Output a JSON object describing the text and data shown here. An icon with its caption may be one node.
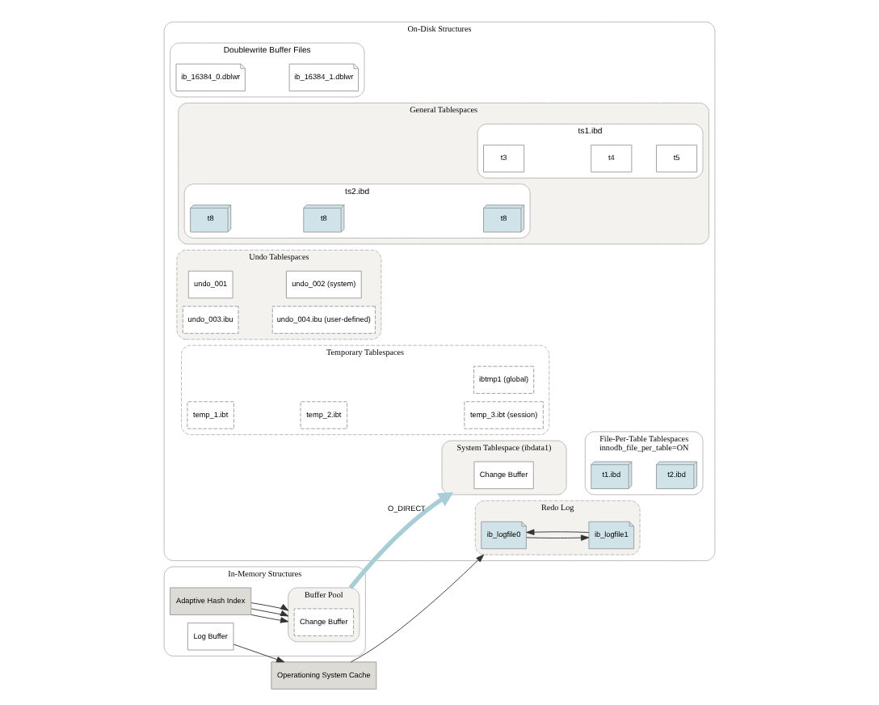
{
  "diagram": {
    "nodes": [
      {
        "text": [
          "In-Memory Structures"
        ]
      },
      {
        "text": [
          "Buffer Pool"
        ],
        "in": 0
      },
      {
        "text": [
          "Adaptive Hash Index"
        ],
        "in": 0
      },
      {
        "text": [
          "Change Buffer"
        ],
        "in": 1
      },
      {
        "text": [
          "Log Buffer"
        ],
        "in": 0
      },
      {
        "text": [
          "Operationing System Cache"
        ]
      },
      {
        "text": [
          "On-Disk Structures"
        ]
      },
      {
        "text": [
          "System Tablespace (ibdata1)"
        ],
        "in": 6
      },
      {
        "text": [
          "Change Buffer"
        ],
        "in": 7
      },
      {
        "text": [
          "Doublewrite Buffer Files"
        ],
        "in": 6
      },
      {
        "text": [
          "ib_16384_0.dblwr"
        ],
        "in": 9
      },
      {
        "text": [
          "ib_16384_1.dblwr"
        ],
        "in": 9
      },
      {
        "text": [
          "File-Per-Table Tablespaces",
          "innodb_file_per_table=ON"
        ],
        "in": 6
      },
      {
        "text": [
          "t1.ibd"
        ],
        "in": 12
      },
      {
        "text": [
          "t2.ibd"
        ],
        "in": 12
      },
      {
        "text": [
          "General Tablespaces"
        ],
        "in": 6
      },
      {
        "text": [
          "ts1.ibd"
        ],
        "in": 15
      },
      {
        "text": [
          "t3"
        ],
        "in": 16
      },
      {
        "text": [
          "t4"
        ],
        "in": 16
      },
      {
        "text": [
          "t5"
        ],
        "in": 16
      },
      {
        "text": [
          "ts2.ibd"
        ],
        "in": 15
      },
      {
        "text": [
          "t8"
        ],
        "in": 20
      },
      {
        "text": [
          "t8"
        ],
        "in": 20
      },
      {
        "text": [
          "t8"
        ],
        "in": 20
      },
      {
        "text": [
          "Undo Tablespaces"
        ],
        "in": 6
      },
      {
        "text": [
          "undo_001"
        ],
        "in": 24
      },
      {
        "text": [
          "undo_002 (system)"
        ],
        "in": 24
      },
      {
        "text": [
          "undo_003.ibu"
        ],
        "in": 24
      },
      {
        "text": [
          "undo_004.ibu (user-defined)"
        ],
        "in": 24
      },
      {
        "text": [
          "Redo Log"
        ],
        "in": 6
      },
      {
        "text": [
          "ib_logfile0"
        ],
        "in": 29
      },
      {
        "text": [
          "ib_logfile1"
        ],
        "in": 29
      },
      {
        "text": [
          "Temporary Tablespaces"
        ],
        "in": 6
      },
      {
        "text": [
          "ibtmp1 (global)"
        ],
        "in": 32
      },
      {
        "text": [
          "temp_1.ibt"
        ],
        "in": 32
      },
      {
        "text": [
          "temp_2.ibt"
        ],
        "in": 32
      },
      {
        "text": [
          "temp_3.ibt (session)"
        ],
        "in": 32
      }
    ],
    "edges": [
      {
        "from": 2,
        "to": 1,
        "arrow": "to"
      },
      {
        "from": 2,
        "to": 1,
        "arrow": "to"
      },
      {
        "from": 2,
        "to": 1,
        "arrow": "to"
      },
      {
        "from": 1,
        "to": 7,
        "label": "O_DIRECT",
        "arrow": "to",
        "style": "thick",
        "color": "#a9cdd6"
      },
      {
        "from": 4,
        "to": 5,
        "arrow": "to"
      },
      {
        "from": 5,
        "to": 29,
        "arrow": "to"
      },
      {
        "from": 30,
        "to": 31,
        "arrow": "to"
      },
      {
        "from": 31,
        "to": 30,
        "arrow": "to"
      }
    ]
  }
}
